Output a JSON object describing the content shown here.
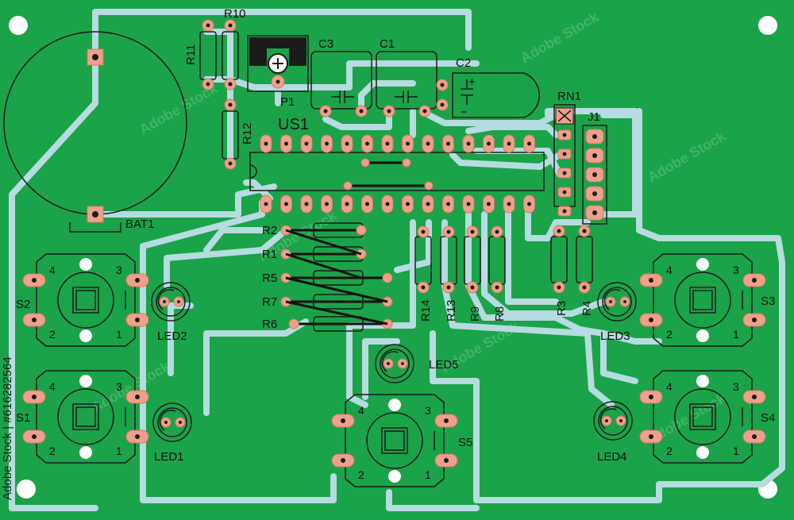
{
  "board": {
    "background_color": "#1aa348",
    "trace_color": "#b6dbe0",
    "pad_color": "#f0a08a",
    "silk_color": "#1b1b1b"
  },
  "labels": {
    "bat1": "BAT1",
    "r10": "R10",
    "r11": "R11",
    "r12": "R12",
    "p1": "P1",
    "us1": "US1",
    "c1": "C1",
    "c2": "C2",
    "c3": "C3",
    "rn1": "RN1",
    "j1": "J1",
    "r1": "R1",
    "r2": "R2",
    "r5": "R5",
    "r6": "R6",
    "r7": "R7",
    "r14": "R14",
    "r13": "R13",
    "r9": "R9",
    "r8": "R8",
    "r3": "R3",
    "r4": "R4",
    "led1": "LED1",
    "led2": "LED2",
    "led3": "LED3",
    "led4": "LED4",
    "led5": "LED5",
    "s1": "S1",
    "s2": "S2",
    "s3": "S3",
    "s4": "S4",
    "s5": "S5",
    "c2_plus": "+",
    "c2_minus": "−"
  },
  "switch_pin_numbers": [
    "4",
    "3",
    "2",
    "1"
  ],
  "side_text": "Adobe Stock | #616282564",
  "watermark_text": "Adobe Stock"
}
